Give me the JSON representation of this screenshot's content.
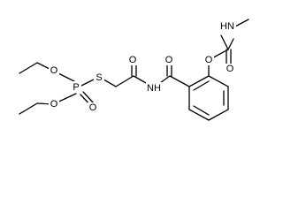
{
  "molecule": {
    "atoms": {
      "o_ethoxy_top": "O",
      "o_ethoxy_bottom": "O",
      "p": "P",
      "o_phosphoryl": "O",
      "s": "S",
      "o_amide_left": "O",
      "nh_imide": "NH",
      "o_amide_right": "O",
      "o_ester": "O",
      "o_carbamate": "O",
      "hn_methyl": "HN"
    }
  }
}
